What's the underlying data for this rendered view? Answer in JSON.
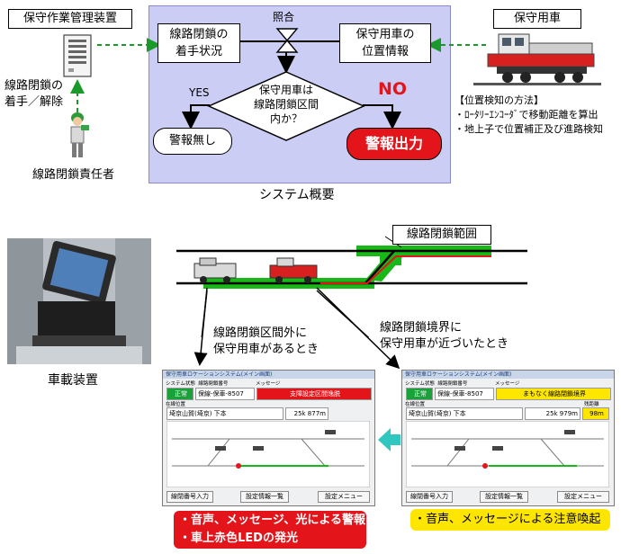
{
  "top": {
    "device_label": "保守作業管理装置",
    "vehicle_label": "保守用車",
    "lock_action": [
      "線路閉鎖の",
      "着手／解除"
    ],
    "responsible_label": "線路閉鎖責任者",
    "status_box": [
      "線路閉鎖の",
      "着手状況"
    ],
    "position_box": [
      "保守用車の",
      "位置情報"
    ],
    "compare_label": "照合",
    "decision": [
      "保守用車は",
      "線路閉鎖区間",
      "内か？"
    ],
    "yes_label": "YES",
    "no_label": "NO",
    "no_alarm": "警報無し",
    "alarm_output": "警報出力",
    "method_title": "【位置検知の方法】",
    "method_items": [
      "・ﾛｰﾀﾘｰｴﾝｺｰﾀﾞで移動距離を算出",
      "・地上子で位置補正及び進路検知"
    ],
    "caption": "システム概要"
  },
  "bottom": {
    "onboard_label": "車載装置",
    "range_label": "線路閉鎖範囲",
    "case_outside": [
      "線路閉鎖区間外に",
      "保守用車があるとき"
    ],
    "case_near": [
      "線路閉鎖境界に",
      "保守用車が近づいたとき"
    ],
    "alarm_notes": [
      "・音声、メッセージ、光による警報",
      "・車上赤色LEDの発光"
    ],
    "caution_note": "・音声、メッセージによる注意喚起"
  },
  "screens": [
    {
      "title": "保守用車ロケーションシステム(メイン画面)",
      "hdr_status": "システム状態",
      "hdr_car": "線路閉鎖番号",
      "hdr_msg": "メッセージ",
      "status": "正常",
      "car": "保線-保車-8507",
      "message": "支障設定区間逸脱",
      "pos_hdr": "在線位置",
      "location": "埼京山賀(埼京) 下本",
      "distance": "25k 877m",
      "remain": "",
      "buttons": [
        "線閉番号入力",
        "設定情報一覧",
        "設定メニュー"
      ]
    },
    {
      "title": "保守用車ロケーションシステム(メイン画面)",
      "hdr_status": "システム状態",
      "hdr_car": "線路閉鎖番号",
      "hdr_msg": "メッセージ",
      "status": "正常",
      "car": "保線-保車-8507",
      "message": "まもなく線路閉鎖境界",
      "pos_hdr": "在線位置",
      "remain_hdr": "残距離",
      "location": "埼京山賀(埼京) 下本",
      "distance": "25k 979m",
      "remain": "98m",
      "buttons": [
        "線閉番号入力",
        "設定情報一覧",
        "設定メニュー"
      ]
    }
  ],
  "colors": {
    "panel_bg": "#cccdf5",
    "green_dash": "#1a9a2a",
    "green_track": "#18b818",
    "alarm_red": "#e4141b",
    "caution_yellow": "#ffe600",
    "cyan_arrow": "#2fc7c0"
  },
  "icons": [
    "server-icon",
    "worker-icon",
    "maintenance-car-icon",
    "tablet-device-icon",
    "track-car-icon",
    "cyan-arrow-icon"
  ]
}
